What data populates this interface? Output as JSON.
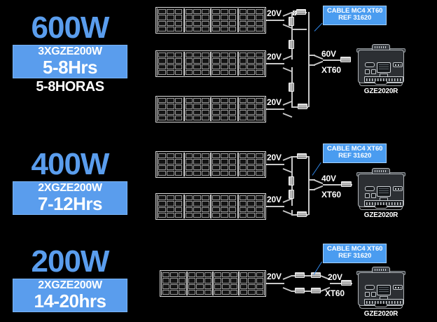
{
  "colors": {
    "background": "#000000",
    "accent_blue": "#5a9ded",
    "callout_blue": "#4a9cf0",
    "text_white": "#ffffff",
    "wire_gray": "#c8c8c8"
  },
  "sections": [
    {
      "id": "600w",
      "watt_title": "600W",
      "badge_model": "3XGZE200W",
      "badge_hours": "5-8Hrs",
      "sub_label": "5-8HORAS",
      "panel_count": 3,
      "panel_volts": [
        "20V",
        "20V",
        "20V"
      ],
      "combined_volt": "60V",
      "connector_type": "XT60",
      "callout": {
        "line1": "CABLE MC4 XT60",
        "line2": "REF 31620"
      },
      "station_name": "GZE2020R"
    },
    {
      "id": "400w",
      "watt_title": "400W",
      "badge_model": "2XGZE200W",
      "badge_hours": "7-12Hrs",
      "sub_label": "",
      "panel_count": 2,
      "panel_volts": [
        "20V",
        "20V"
      ],
      "combined_volt": "40V",
      "connector_type": "XT60",
      "callout": {
        "line1": "CABLE MC4 XT60",
        "line2": "REF 31620"
      },
      "station_name": "GZE2020R"
    },
    {
      "id": "200w",
      "watt_title": "200W",
      "badge_model": "2XGZE200W",
      "badge_hours": "14-20hrs",
      "sub_label": "",
      "panel_count": 1,
      "panel_volts": [
        "20V"
      ],
      "combined_volt": "20V",
      "connector_type": "XT60",
      "callout": {
        "line1": "CABLE MC4 XT60",
        "line2": "REF 31620"
      },
      "station_name": "GZE2020R"
    }
  ],
  "panel_structure": {
    "folds": 4,
    "cell_columns_per_fold": 3,
    "cell_rows": 4
  }
}
